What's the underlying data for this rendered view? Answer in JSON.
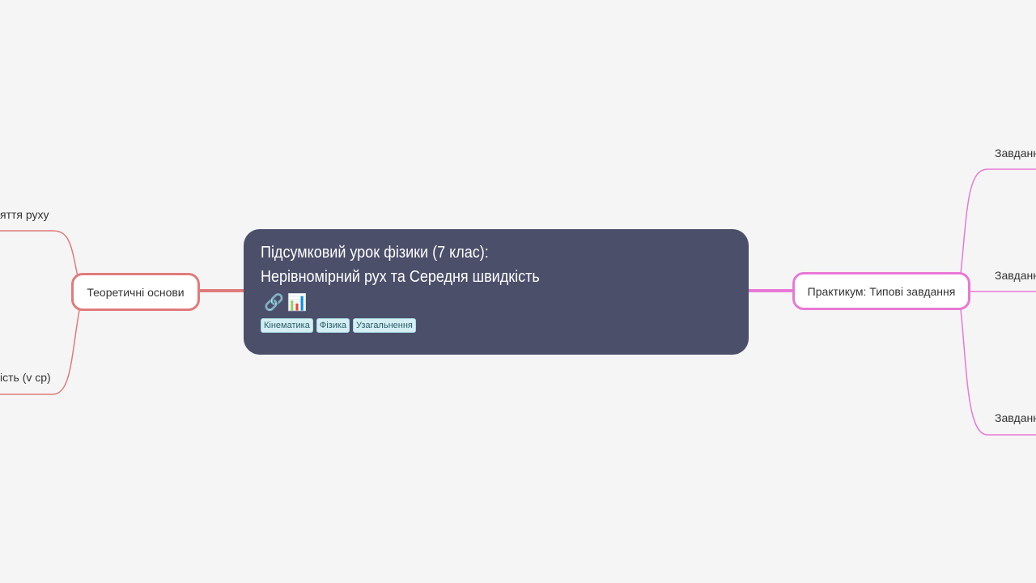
{
  "root": {
    "title_line1": "Підсумковий урок фізики (7 клас):",
    "title_line2": "Нерівномірний рух та Середня швидкість",
    "icons": [
      "link-icon",
      "bar-chart-icon"
    ],
    "tags": [
      "Кінематика",
      "Фізика",
      "Узагальнення"
    ]
  },
  "left_branch": {
    "label": "Теоретичні основи",
    "color": "#e07b7b",
    "children": [
      "яття руху",
      "ість (v ср)"
    ]
  },
  "right_branch": {
    "label": "Практикум: Типові завдання",
    "color": "#e879d6",
    "children": [
      "Завданн",
      "Завданн",
      "Завданн"
    ]
  }
}
